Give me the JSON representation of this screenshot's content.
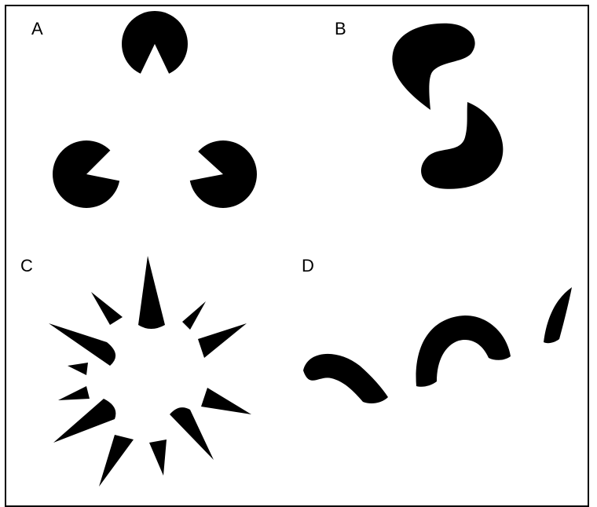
{
  "panels": [
    {
      "label": "A",
      "figure": "kanizsa-triangle"
    },
    {
      "label": "B",
      "figure": "illusory-s-shape"
    },
    {
      "label": "C",
      "figure": "illusory-circle-spikes"
    },
    {
      "label": "D",
      "figure": "occluded-curve-fragments"
    }
  ],
  "colors": {
    "ink": "#000000",
    "background": "#ffffff"
  }
}
